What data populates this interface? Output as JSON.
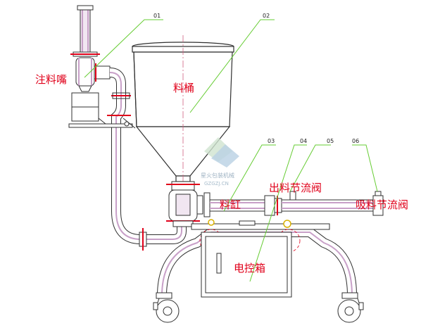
{
  "labels": {
    "nozzle": "注料嘴",
    "hopper": "料桶",
    "outlet_valve": "出料节流阀",
    "cylinder": "料缸",
    "suction_valve": "吸料节流阀",
    "control_box": "电控箱"
  },
  "numbers": {
    "n01": "01",
    "n02": "02",
    "n03": "03",
    "n04": "04",
    "n05": "05",
    "n06": "06"
  },
  "watermark": {
    "cn": "星火包装机械",
    "en": "GZGZJ.CN"
  },
  "colors": {
    "pipe": "#c8a0c8",
    "outline": "#303030",
    "leader": "#66cc33",
    "label": "#e0001a",
    "centerline": "#d06080"
  }
}
